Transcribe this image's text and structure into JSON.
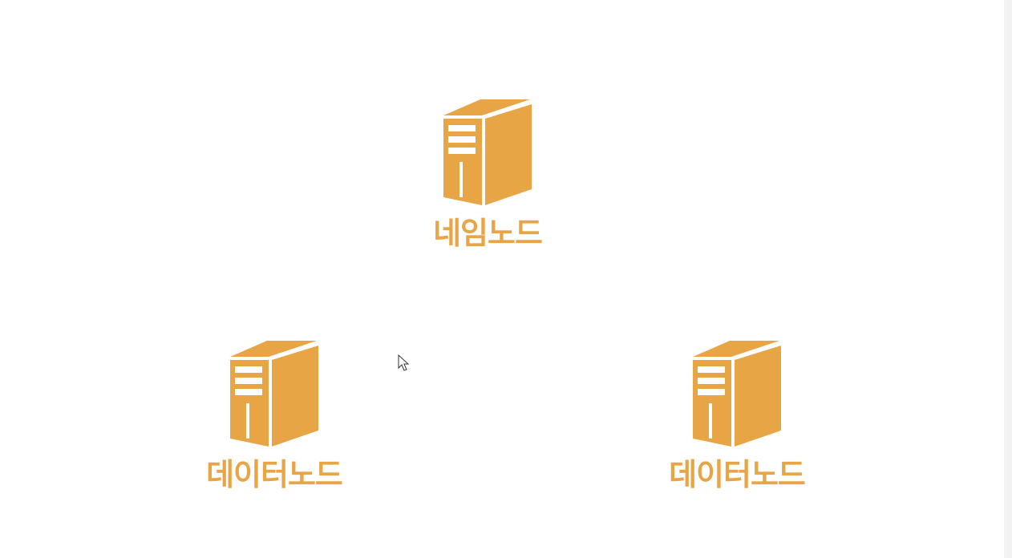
{
  "colors": {
    "accent": "#e8a545",
    "background": "#ffffff"
  },
  "nodes": [
    {
      "icon": "server-tower-icon",
      "label": "네임노드"
    },
    {
      "icon": "server-tower-icon",
      "label": "데이터노드"
    },
    {
      "icon": "server-tower-icon",
      "label": "데이터노드"
    }
  ]
}
